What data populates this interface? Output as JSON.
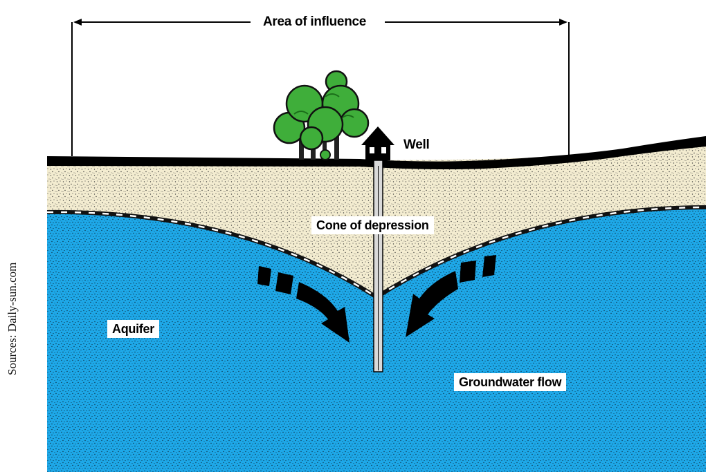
{
  "labels": {
    "area_of_influence": "Area of influence",
    "well": "Well",
    "cone_of_depression": "Cone of depression",
    "aquifer": "Aquifer",
    "groundwater_flow": "Groundwater flow"
  },
  "source": "Sources: Daily-sun.com",
  "colors": {
    "aquifer_water": "#1ea8e8",
    "soil": "#f3ecd0",
    "ground_surface": "#000000",
    "tree_foliage": "#3fae3a",
    "well_pipe": "#d9d9d9"
  },
  "icons": [
    "tree-icon",
    "well-house-icon",
    "flow-arrow-icon"
  ]
}
